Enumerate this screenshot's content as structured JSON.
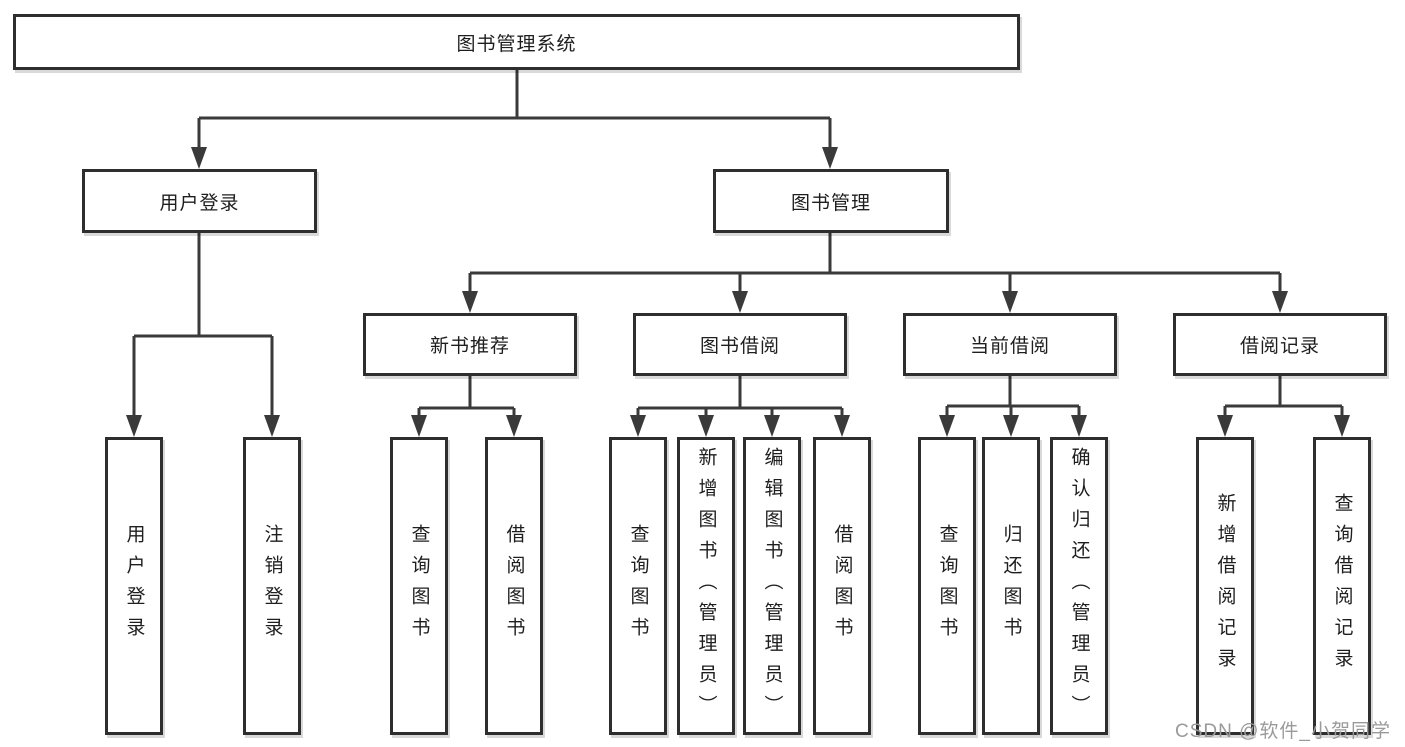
{
  "colors": {
    "background": "#ffffff",
    "line": "#3a3a3a",
    "box_border": "#2e2e2e",
    "box_fill": "#ffffff",
    "text": "#1e1e1e",
    "watermark": "#9a9a9a"
  },
  "tree": {
    "root": {
      "label": "图书管理系统"
    },
    "branches": [
      {
        "label": "用户登录",
        "leaves": [
          "用户登录",
          "注销登录"
        ]
      },
      {
        "label": "图书管理",
        "groups": [
          {
            "label": "新书推荐",
            "leaves": [
              "查询图书",
              "借阅图书"
            ]
          },
          {
            "label": "图书借阅",
            "leaves": [
              "查询图书",
              "新增图书（管理员）",
              "编辑图书（管理员）",
              "借阅图书"
            ]
          },
          {
            "label": "当前借阅",
            "leaves": [
              "查询图书",
              "归还图书",
              "确认归还（管理员）"
            ]
          },
          {
            "label": "借阅记录",
            "leaves": [
              "新增借阅记录",
              "查询借阅记录"
            ]
          }
        ]
      }
    ]
  },
  "watermark": {
    "text": "CSDN @软件_小贺同学"
  }
}
